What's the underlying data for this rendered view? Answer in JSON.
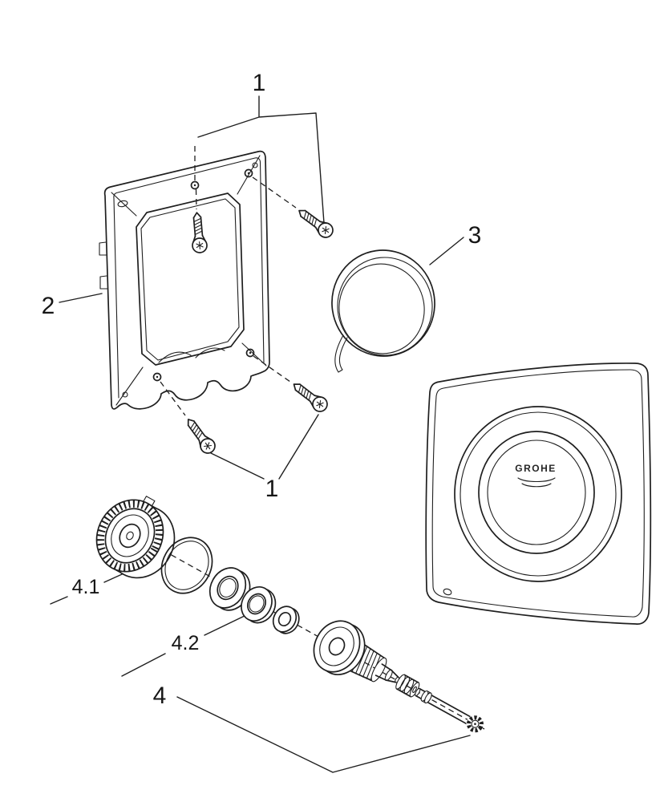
{
  "page": {
    "background_color": "#ffffff",
    "line_color": "#1f1f1f"
  },
  "diagram": {
    "labels": {
      "one_top": "1",
      "one_bottom": "1",
      "two": "2",
      "three": "3",
      "four_one": "4.1",
      "four_two": "4.2",
      "four": "4"
    },
    "plate": {
      "logo": "GROHE"
    }
  }
}
